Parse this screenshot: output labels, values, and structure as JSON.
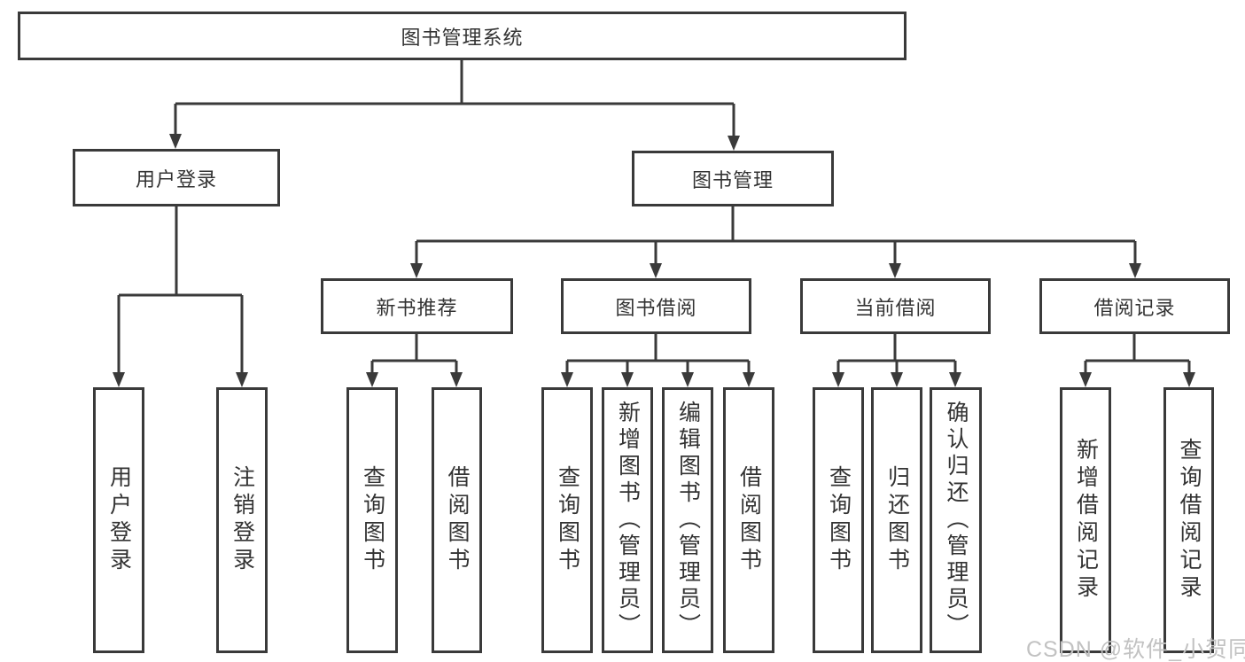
{
  "nodes": {
    "root": "图书管理系统",
    "user_login": "用户登录",
    "book_mgmt": "图书管理",
    "new_book_rec": "新书推荐",
    "book_borrow": "图书借阅",
    "current_borrow": "当前借阅",
    "borrow_record": "借阅记录",
    "leaf_user_login": "用户登录",
    "leaf_logout": "注销登录",
    "nb_query": "查询图书",
    "nb_borrow": "借阅图书",
    "bb_query": "查询图书",
    "bb_add": "新增图书（管理员）",
    "bb_edit": "编辑图书（管理员）",
    "bb_borrow": "借阅图书",
    "cb_query": "查询图书",
    "cb_return": "归还图书",
    "cb_confirm": "确认归还（管理员）",
    "br_add": "新增借阅记录",
    "br_query": "查询借阅记录"
  },
  "watermark": "CSDN @软件_小贺同学",
  "colors": {
    "line": "#3a3a3a",
    "box_border": "#3a3a3a",
    "box_fill": "#ffffff",
    "text": "#333333",
    "watermark": "#c2c2c2"
  }
}
